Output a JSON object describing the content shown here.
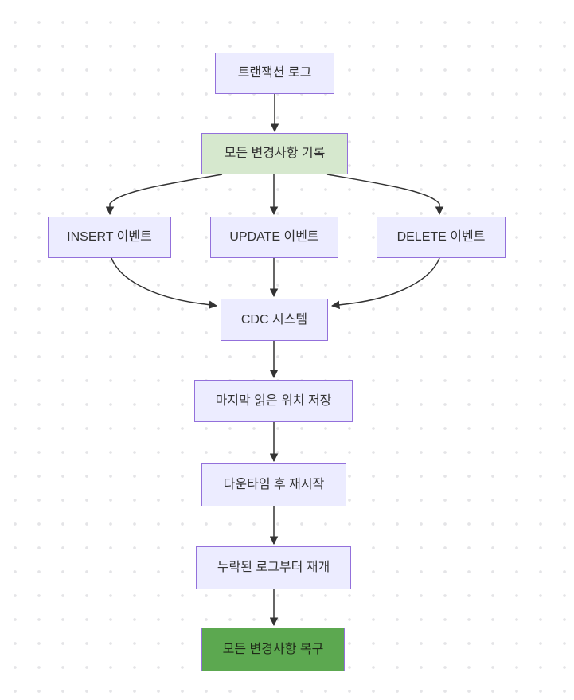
{
  "diagram": {
    "type": "flowchart",
    "direction": "top-down",
    "nodes": {
      "transaction_log": {
        "label": "트랜잭션 로그"
      },
      "record_changes": {
        "label": "모든 변경사항 기록"
      },
      "insert_event": {
        "label": "INSERT 이벤트"
      },
      "update_event": {
        "label": "UPDATE 이벤트"
      },
      "delete_event": {
        "label": "DELETE 이벤트"
      },
      "cdc_system": {
        "label": "CDC 시스템"
      },
      "save_position": {
        "label": "마지막 읽은 위치 저장"
      },
      "restart_downtime": {
        "label": "다운타임 후 재시작"
      },
      "resume_missed": {
        "label": "누락된 로그부터 재개"
      },
      "recover_changes": {
        "label": "모든 변경사항 복구"
      }
    },
    "edges": [
      {
        "from": "transaction_log",
        "to": "record_changes"
      },
      {
        "from": "record_changes",
        "to": "insert_event"
      },
      {
        "from": "record_changes",
        "to": "update_event"
      },
      {
        "from": "record_changes",
        "to": "delete_event"
      },
      {
        "from": "insert_event",
        "to": "cdc_system"
      },
      {
        "from": "update_event",
        "to": "cdc_system"
      },
      {
        "from": "delete_event",
        "to": "cdc_system"
      },
      {
        "from": "cdc_system",
        "to": "save_position"
      },
      {
        "from": "save_position",
        "to": "restart_downtime"
      },
      {
        "from": "restart_downtime",
        "to": "resume_missed"
      },
      {
        "from": "resume_missed",
        "to": "recover_changes"
      }
    ],
    "colors": {
      "node_fill": "#ECECFF",
      "node_border": "#9370DB",
      "highlight_light_fill": "#D6E8CE",
      "highlight_strong_fill": "#5CA850",
      "edge_stroke": "#333333",
      "text": "#333333",
      "background_dot": "#E4E4E7"
    }
  }
}
